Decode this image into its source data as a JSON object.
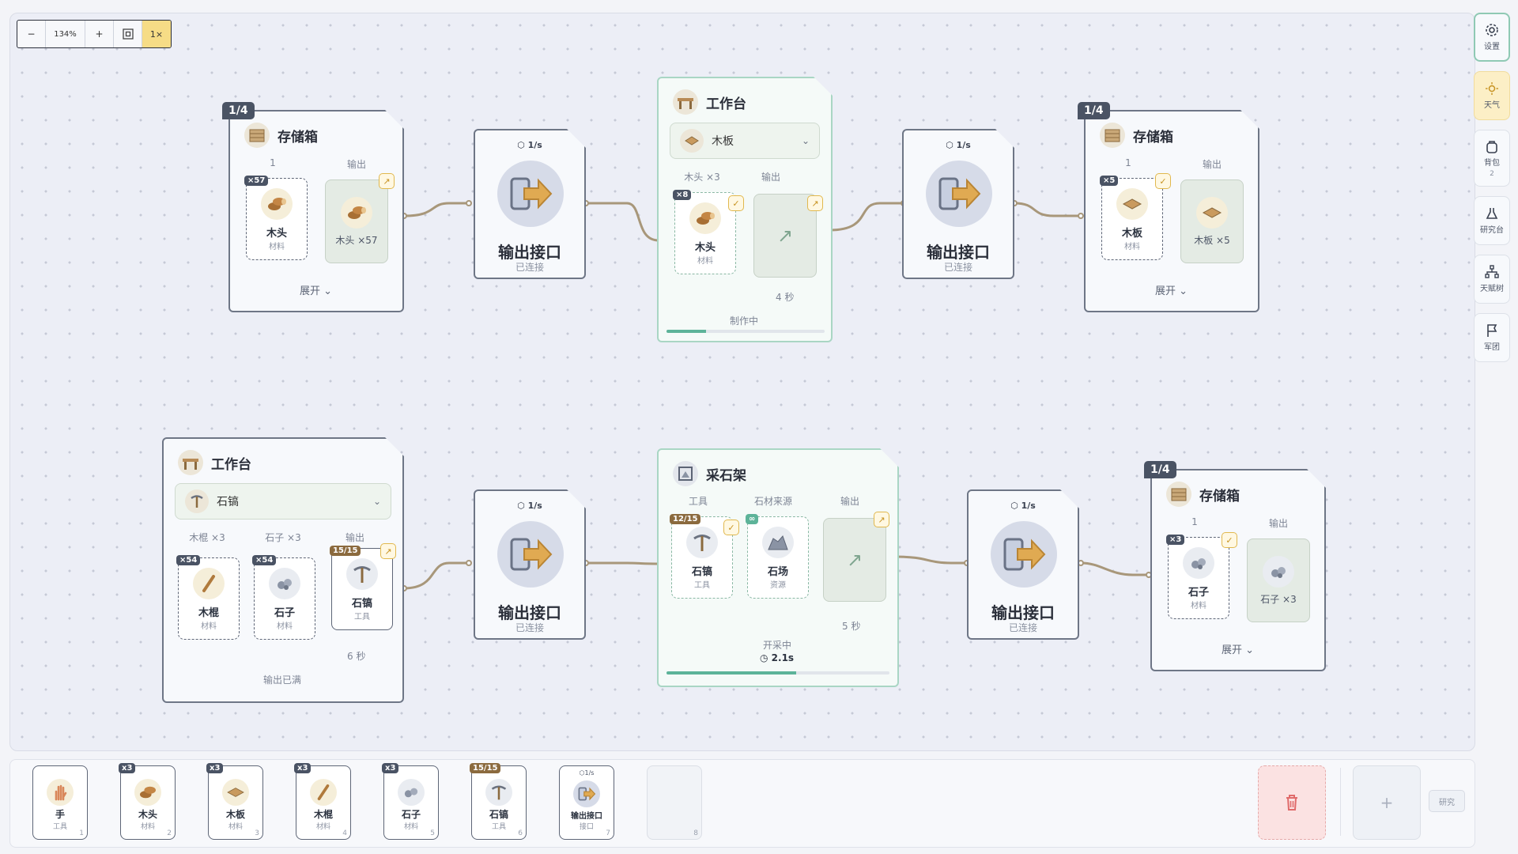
{
  "zoom": {
    "minus": "−",
    "percent": "134%",
    "plus": "+",
    "speed": "1×"
  },
  "storage_top_left": {
    "page": "1/4",
    "title": "存储箱",
    "col_input": "1",
    "col_output": "输出",
    "slot": {
      "count": "×57",
      "name": "木头",
      "sub": "材料"
    },
    "output_label": "木头 ×57",
    "expand": "展开 ⌄"
  },
  "port_1": {
    "rate": "1/s",
    "title": "输出接口",
    "status": "已连接"
  },
  "workbench_top": {
    "title": "工作台",
    "recipe": "木板",
    "col_input": "木头 ×3",
    "col_output": "输出",
    "slot": {
      "count": "×8",
      "name": "木头",
      "sub": "材料"
    },
    "time": "4 秒",
    "status": "制作中",
    "progress": 0.25
  },
  "port_2": {
    "rate": "1/s",
    "title": "输出接口",
    "status": "已连接"
  },
  "storage_top_right": {
    "page": "1/4",
    "title": "存储箱",
    "col_input": "1",
    "col_output": "输出",
    "slot": {
      "count": "×5",
      "name": "木板",
      "sub": "材料"
    },
    "output_label": "木板 ×5",
    "expand": "展开 ⌄"
  },
  "workbench_bottom": {
    "title": "工作台",
    "recipe": "石镐",
    "col_a": "木棍 ×3",
    "col_b": "石子 ×3",
    "col_output": "输出",
    "slot_a": {
      "count": "×54",
      "name": "木棍",
      "sub": "材料"
    },
    "slot_b": {
      "count": "×54",
      "name": "石子",
      "sub": "材料"
    },
    "slot_out": {
      "count": "15/15",
      "name": "石镐",
      "sub": "工具"
    },
    "time": "6 秒",
    "status": "输出已满"
  },
  "port_3": {
    "rate": "1/s",
    "title": "输出接口",
    "status": "已连接"
  },
  "quarry": {
    "title": "采石架",
    "col_tool": "工具",
    "col_source": "石材来源",
    "col_output": "输出",
    "tool": {
      "count": "12/15",
      "name": "石镐",
      "sub": "工具"
    },
    "source": {
      "count": "∞",
      "name": "石场",
      "sub": "资源"
    },
    "time": "5 秒",
    "status": "开采中",
    "timer": "2.1s",
    "progress": 0.58
  },
  "port_4": {
    "rate": "1/s",
    "title": "输出接口",
    "status": "已连接"
  },
  "storage_bottom_right": {
    "page": "1/4",
    "title": "存储箱",
    "col_input": "1",
    "col_output": "输出",
    "slot": {
      "count": "×3",
      "name": "石子",
      "sub": "材料"
    },
    "output_label": "石子 ×3",
    "expand": "展开 ⌄"
  },
  "sidebar": [
    {
      "label": "设置",
      "icon": "gear-icon"
    },
    {
      "label": "天气",
      "icon": "sun-icon"
    },
    {
      "label": "背包",
      "icon": "backpack-icon",
      "count": "2"
    },
    {
      "label": "研究台",
      "icon": "flask-icon"
    },
    {
      "label": "天赋树",
      "icon": "tree-icon"
    },
    {
      "label": "军团",
      "icon": "flag-icon"
    }
  ],
  "hotbar": [
    {
      "name": "手",
      "sub": "工具",
      "key": "1",
      "count": ""
    },
    {
      "name": "木头",
      "sub": "材料",
      "key": "2",
      "count": "x3"
    },
    {
      "name": "木板",
      "sub": "材料",
      "key": "3",
      "count": "x3"
    },
    {
      "name": "木棍",
      "sub": "材料",
      "key": "4",
      "count": "x3"
    },
    {
      "name": "石子",
      "sub": "材料",
      "key": "5",
      "count": "x3"
    },
    {
      "name": "石镐",
      "sub": "工具",
      "key": "6",
      "count": "15/15"
    },
    {
      "name": "输出接口",
      "sub": "接口",
      "key": "7",
      "count": "1/s"
    },
    {
      "name": "",
      "sub": "",
      "key": "8",
      "count": ""
    }
  ],
  "hotbar_add": "+",
  "research_button": "研究",
  "colors": {
    "accent": "#5db399",
    "wire": "#a8977a",
    "node_border": "#6e7686",
    "badge": "#4a5364",
    "warning": "#e1b84e"
  }
}
